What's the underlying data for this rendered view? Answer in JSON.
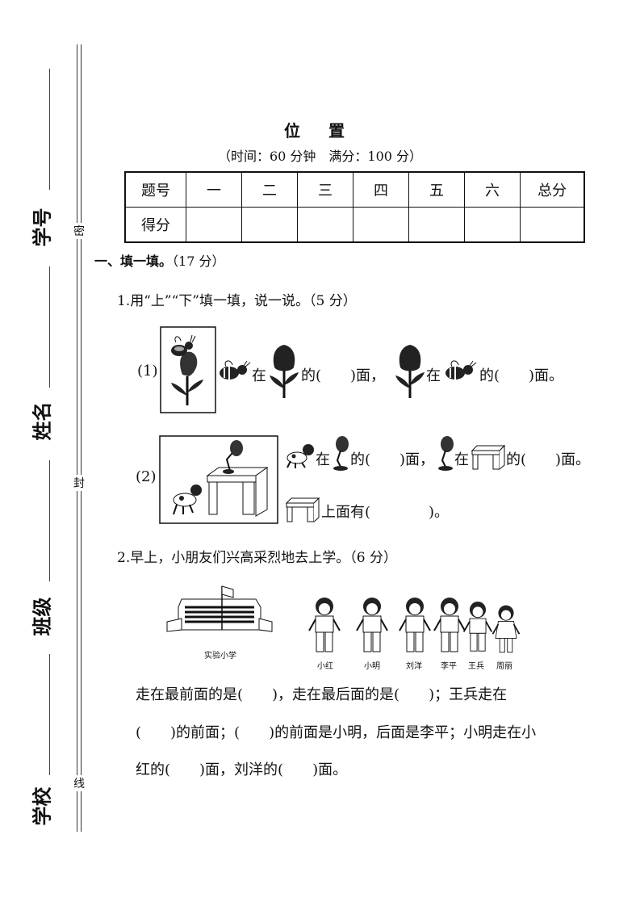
{
  "margin": {
    "labels": [
      "学号",
      "姓名",
      "班级",
      "学校"
    ],
    "seal": [
      "密",
      "封",
      "线"
    ]
  },
  "header": {
    "title": "位 置",
    "subtitle": "（时间：60 分钟　满分：100 分）"
  },
  "score_table": {
    "headers": [
      "题号",
      "一",
      "二",
      "三",
      "四",
      "五",
      "六",
      "总分"
    ],
    "row_label": "得分"
  },
  "section1": {
    "title": "一、填一填。",
    "points": "（17 分）"
  },
  "q1": {
    "text": "1.用“上”“下”填一填，说一说。（5 分）",
    "p1_num": "(1)",
    "p1_a": "在",
    "p1_b": "的(　　)面，",
    "p1_c": "在",
    "p1_d": "的(　　)面。",
    "p2_num": "(2)",
    "p2_a": "在",
    "p2_b": "的(　　)面，",
    "p2_c": "在",
    "p2_d": "的(　　)面。",
    "p2_e": "上面有(　　　　)。"
  },
  "q2": {
    "text": "2.早上，小朋友们兴高采烈地去上学。（6 分）",
    "school": "实验小学",
    "kids": [
      "小红",
      "小明",
      "刘洋",
      "李平",
      "王兵",
      "周丽"
    ],
    "line1": "走在最前面的是(　　)，走在最后面的是(　　)；王兵走在",
    "line2": "(　　)的前面；(　　)的前面是小明，后面是李平；小明走在小",
    "line3": "红的(　　)面，刘洋的(　　)面。"
  }
}
